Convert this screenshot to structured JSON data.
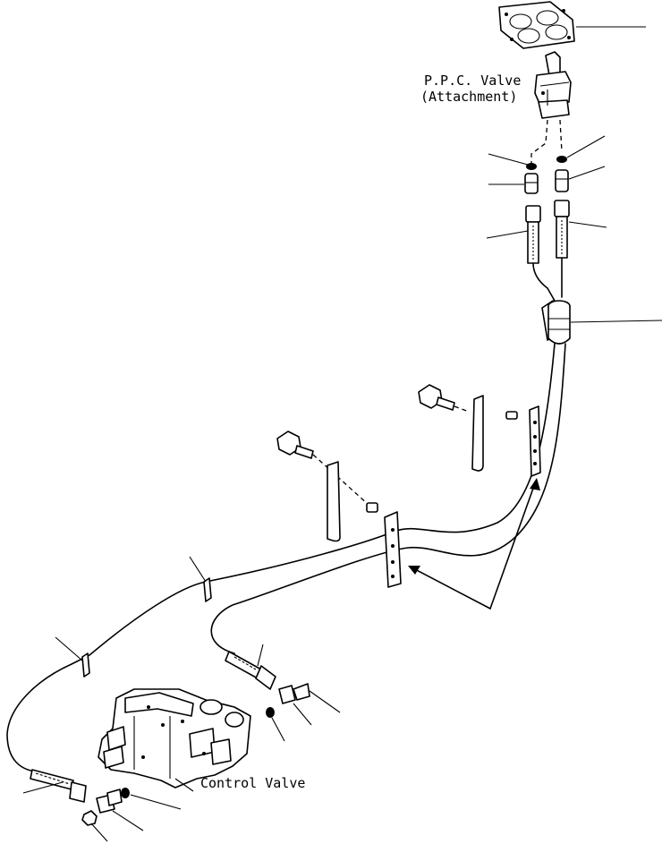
{
  "labels": {
    "ppc_valve_line1": "P.P.C. Valve",
    "ppc_valve_line2": "(Attachment)",
    "control_valve": "Control Valve"
  }
}
